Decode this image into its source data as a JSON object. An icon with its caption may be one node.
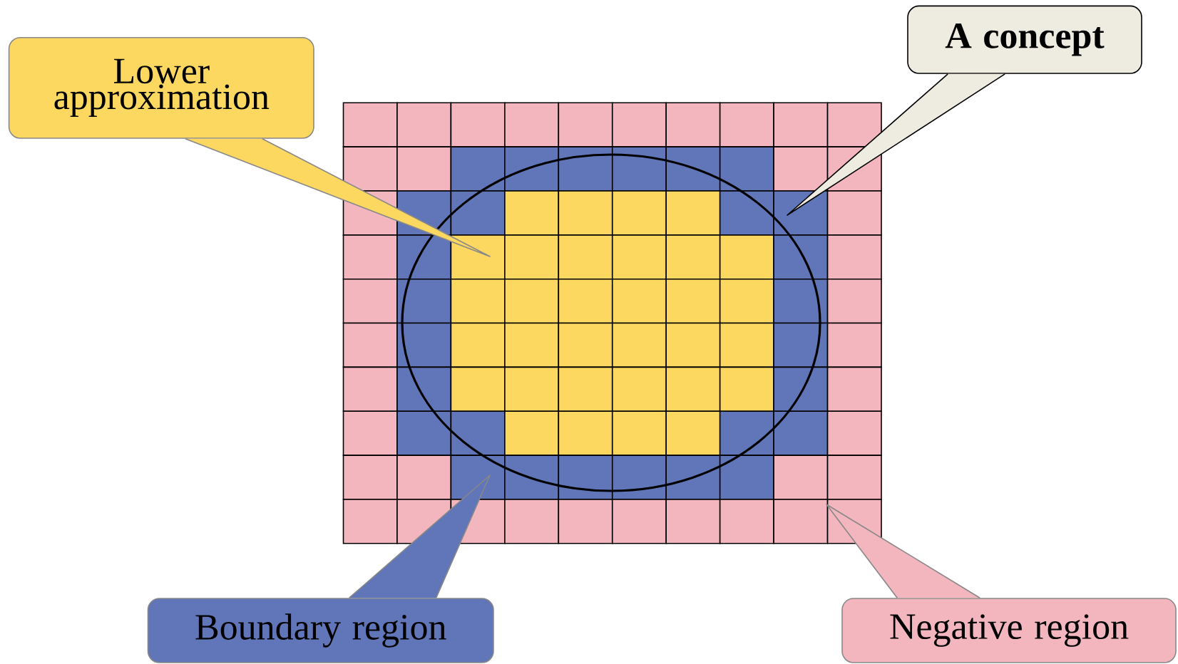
{
  "diagram": {
    "nodes": [
      {
        "text": [
          "Lower approximation"
        ]
      },
      {
        "text": [
          "A concept"
        ]
      },
      {
        "text": [
          "Boundary region"
        ]
      },
      {
        "text": [
          "Negative region"
        ]
      }
    ],
    "edges": [
      {
        "from": 0,
        "to": null,
        "arrow": "none"
      },
      {
        "from": 1,
        "to": null,
        "arrow": "none",
        "color": "#000000"
      },
      {
        "from": 2,
        "to": null,
        "arrow": "none"
      },
      {
        "from": 3,
        "to": null,
        "arrow": "none"
      }
    ]
  }
}
